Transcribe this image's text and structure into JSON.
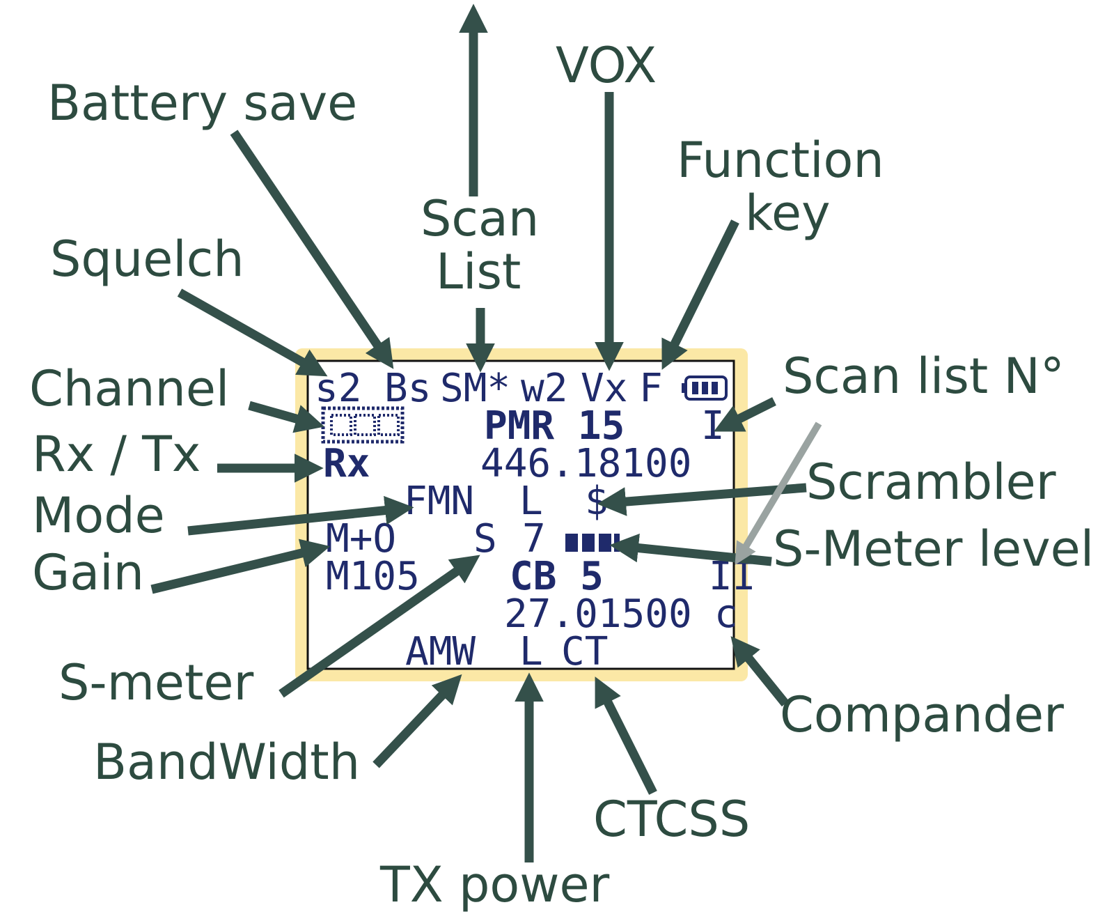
{
  "colors": {
    "label": "#2d4b40",
    "arrow": "#34504a",
    "lcd_text": "#1f2a6b",
    "screen_border": "#fbe8a6",
    "screen_bg": "#ffffff"
  },
  "labels": {
    "battery_save": "Battery save",
    "vox": "VOX",
    "function_key_line1": "Function",
    "function_key_line2": "key",
    "scan_list_line1": "Scan",
    "scan_list_line2": "List",
    "squelch": "Squelch",
    "channel": "Channel",
    "scan_list_no": "Scan list N°",
    "rx_tx": "Rx / Tx",
    "scrambler": "Scrambler",
    "mode": "Mode",
    "s_meter_level": "S-Meter level",
    "gain": "Gain",
    "s_meter": "S-meter",
    "compander": "Compander",
    "bandwidth": "BandWidth",
    "ctcss": "CTCSS",
    "tx_power": "TX power"
  },
  "lcd": {
    "row1_squelch": "s2",
    "row1_battery": "Bs",
    "row1_scan": "SM*",
    "row1_w2": "w2",
    "row1_vox": "Vx",
    "row1_fkey": "F",
    "battery_icon": "battery-icon",
    "row2_channel_icon": "channel-icon",
    "row2_channel": "PMR 15",
    "row2_scan_no": "I",
    "row3_rxtx": "Rx",
    "row3_freq": "446.18100",
    "row4_mode": "FMN",
    "row4_power": "L",
    "row4_scrambler": "$",
    "row5_gain": "M+O",
    "row5_smeter": "S",
    "row5_level": "7",
    "smeter_bar_icon": "signal-bar-icon",
    "row6_m105": "M105",
    "row6_channel": "CB 5",
    "row6_scan_no": "II",
    "row7_freq": "27.01500",
    "row7_compander": "c",
    "row8_bandwidth": "AMW",
    "row8_power": "L",
    "row8_ctcss": "CT"
  }
}
